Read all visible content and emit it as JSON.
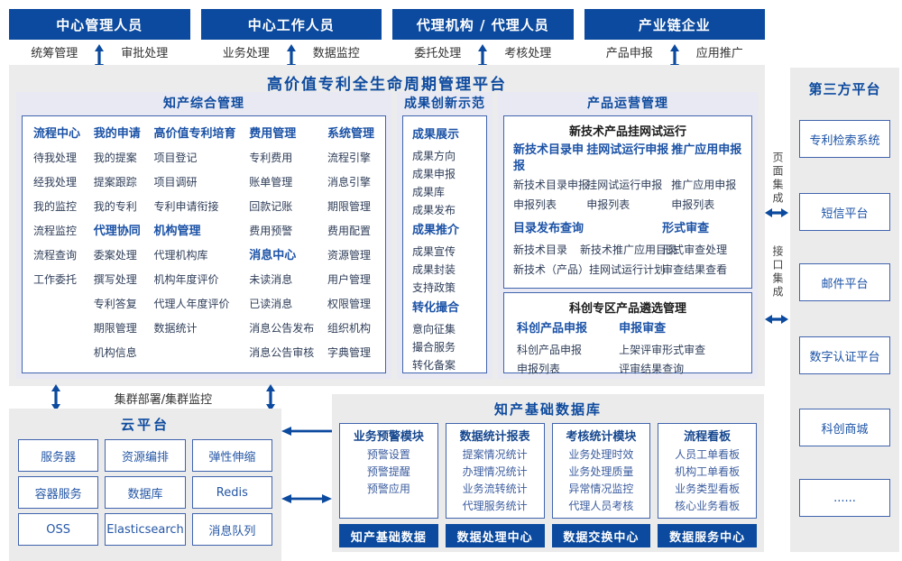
{
  "colors": {
    "primary_blue": "#0b4a9e",
    "heading_blue": "#1b52a6",
    "border_blue": "#4064ae",
    "item_dark": "#2f3e59",
    "db_item_blue": "#3c5d9f",
    "panel_gray": "#ececec",
    "module_lavender": "#e8e9f3"
  },
  "roles": [
    {
      "title": "中心管理人员",
      "left": "统筹管理",
      "right": "审批处理"
    },
    {
      "title": "中心工作人员",
      "left": "业务处理",
      "right": "数据监控"
    },
    {
      "title": "代理机构 / 代理人员",
      "left": "委托处理",
      "right": "考核处理"
    },
    {
      "title": "产业链企业",
      "left": "产品申报",
      "right": "应用推广"
    }
  ],
  "platform": {
    "title": "高价值专利全生命周期管理平台"
  },
  "ip": {
    "title": "知产综合管理",
    "groups": {
      "process": {
        "h": "流程中心",
        "i": [
          "待我处理",
          "经我处理",
          "我的监控",
          "流程监控",
          "流程查询",
          "工作委托"
        ]
      },
      "apply": {
        "h": "我的申请",
        "i": [
          "我的提案",
          "提案跟踪",
          "我的专利"
        ]
      },
      "agency_collab": {
        "h": "代理协同",
        "i": [
          "委案处理",
          "撰写处理",
          "专利答复",
          "期限管理",
          "机构信息"
        ]
      },
      "cultivate": {
        "h": "高价值专利培育",
        "i": [
          "项目登记",
          "项目调研",
          "专利申请衔接"
        ]
      },
      "org": {
        "h": "机构管理",
        "i": [
          "代理机构库",
          "机构年度评价",
          "代理人年度评价",
          "数据统计"
        ]
      },
      "fee": {
        "h": "费用管理",
        "i": [
          "专利费用",
          "账单管理",
          "回款记账",
          "费用预警"
        ]
      },
      "message": {
        "h": "消息中心",
        "i": [
          "未读消息",
          "已读消息",
          "消息公告发布",
          "消息公告审核"
        ]
      },
      "system": {
        "h": "系统管理",
        "i": [
          "流程引擎",
          "消息引擎",
          "期限管理",
          "费用配置",
          "资源管理",
          "用户管理",
          "权限管理",
          "组织机构",
          "字典管理"
        ]
      }
    }
  },
  "achv": {
    "title": "成果创新示范",
    "groups": {
      "display": {
        "h": "成果展示",
        "i": [
          "成果方向",
          "成果申报",
          "成果库",
          "成果发布"
        ]
      },
      "promote": {
        "h": "成果推介",
        "i": [
          "成果宣传",
          "成果封装",
          "支持政策"
        ]
      },
      "match": {
        "h": "转化撮合",
        "i": [
          "意向征集",
          "撮合服务",
          "转化备案"
        ]
      }
    }
  },
  "product": {
    "title": "产品运营管理",
    "trial": {
      "title": "新技术产品挂网试运行",
      "groups": {
        "catalog": {
          "h": "新技术目录申报",
          "i": [
            "新技术目录申报",
            "申报列表"
          ]
        },
        "trial_apply": {
          "h": "挂网试运行申报",
          "i": [
            "挂网试运行申报",
            "申报列表"
          ]
        },
        "promo_apply": {
          "h": "推广应用申报",
          "i": [
            "推广应用申报",
            "申报列表"
          ]
        },
        "publish": {
          "h": "目录发布查询",
          "i": [
            "新技术目录",
            "新技术推广应用目录",
            "新技术（产品）挂网试运行计划"
          ]
        },
        "review": {
          "h": "形式审查",
          "i": [
            "形式审查处理",
            "审查结果查看"
          ]
        }
      }
    },
    "selection": {
      "title": "科创专区产品遴选管理",
      "groups": {
        "sci_apply": {
          "h": "科创产品申报",
          "i": [
            "科创产品申报",
            "申报列表"
          ]
        },
        "apply_review": {
          "h": "申报审查",
          "i": [
            "上架评审形式审查",
            "评审结果查询"
          ]
        }
      }
    }
  },
  "integration": {
    "page": "页面集成",
    "api": "接口集成"
  },
  "third_party": {
    "title": "第三方平台",
    "systems": [
      "专利检索系统",
      "短信平台",
      "邮件平台",
      "数字认证平台",
      "科创商城",
      "......"
    ]
  },
  "cluster": {
    "label": "集群部署/集群监控"
  },
  "cloud": {
    "title": "云平台",
    "services": [
      "服务器",
      "资源编排",
      "弹性伸缩",
      "容器服务",
      "数据库",
      "Redis",
      "OSS",
      "Elasticsearch",
      "消息队列"
    ]
  },
  "db": {
    "title": "知产基础数据库",
    "modules": [
      {
        "h": "业务预警模块",
        "i": [
          "预警设置",
          "预警提醒",
          "预警应用"
        ]
      },
      {
        "h": "数据统计报表",
        "i": [
          "提案情况统计",
          "办理情况统计",
          "业务流转统计",
          "代理服务统计"
        ]
      },
      {
        "h": "考核统计模块",
        "i": [
          "业务处理时效",
          "业务处理质量",
          "异常情况监控",
          "代理人员考核"
        ]
      },
      {
        "h": "流程看板",
        "i": [
          "人员工单看板",
          "机构工单看板",
          "业务类型看板",
          "核心业务看板"
        ]
      }
    ],
    "centers": [
      "知产基础数据",
      "数据处理中心",
      "数据交换中心",
      "数据服务中心"
    ]
  }
}
